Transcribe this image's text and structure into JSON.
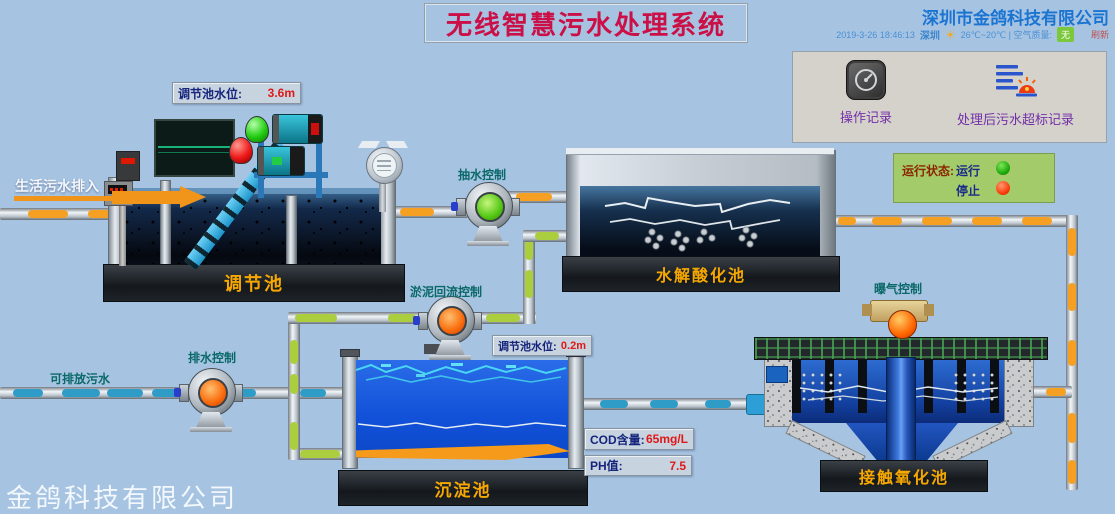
{
  "header": {
    "title": "无线智慧污水处理系统",
    "company": "深圳市金鸽科技有限公司",
    "datetime": "2019-3-26 18:46:13",
    "city": "深圳",
    "temp_air": "26℃~20℃ | 空气质量:",
    "air_quality_value": "无",
    "refresh_label": "刷新",
    "weather_icon": "sun-icon",
    "sun_glyph": "☀"
  },
  "records_panel": {
    "operation_label": "操作记录",
    "exceed_label": "处理后污水超标记录"
  },
  "status_panel": {
    "title": "运行状态:",
    "run_label": "运行",
    "stop_label": "停止",
    "run_indicator": "green",
    "stop_indicator": "red"
  },
  "flow_labels": {
    "inlet": "生活污水排入",
    "discharge": "可排放污水"
  },
  "pumps": {
    "suction": {
      "label": "抽水控制",
      "state": "running"
    },
    "sludge_return": {
      "label": "淤泥回流控制",
      "state": "stopped"
    },
    "drain": {
      "label": "排水控制",
      "state": "stopped"
    },
    "aeration": {
      "label": "曝气控制",
      "state": "stopped"
    }
  },
  "tanks": {
    "regulating": "调节池",
    "hydrolysis": "水解酸化池",
    "sedimentation": "沉淀池",
    "contact_oxidation": "接触氧化池"
  },
  "readings": {
    "regulating_level_top": {
      "label": "调节池水位:",
      "value": "3.6m"
    },
    "regulating_level_mid": {
      "label": "调节池水位:",
      "value": "0.2m"
    },
    "cod": {
      "label": "COD含量:",
      "value": "65mg/L"
    },
    "ph": {
      "label": "PH值:",
      "value": "7.5"
    }
  },
  "watermark": "金鸽科技有限公司",
  "colors": {
    "background": "#a6c4e2",
    "title_red": "#cb1048",
    "company_blue": "#1b74d1",
    "record_label_purple": "#7230a8",
    "status_panel_green": "#a4cb69",
    "indicator_green": "#18a607",
    "indicator_red": "#f93808",
    "tank_label_orange": "#f7a800",
    "value_red": "#e01818",
    "flow_orange": "#f5a023",
    "flow_green": "#aace3e",
    "flow_blue": "#2f9cc8"
  }
}
